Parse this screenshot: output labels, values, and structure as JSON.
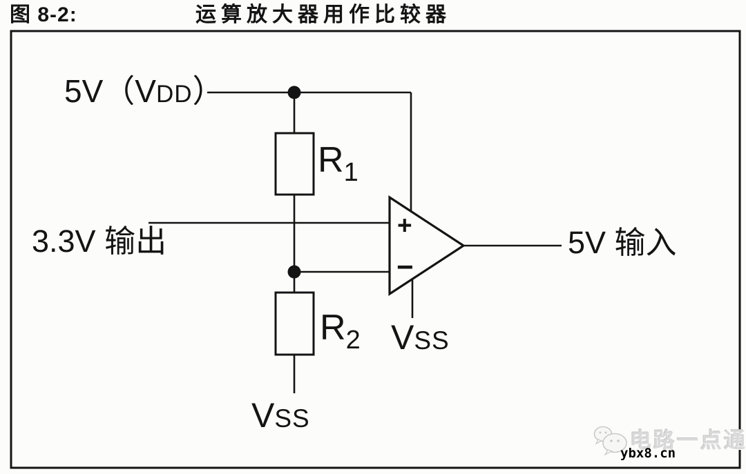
{
  "figure": {
    "label": "图 8-2:",
    "title": "运算放大器用作比较器"
  },
  "circuit": {
    "supply": {
      "main": "5V（V",
      "sub": "DD",
      "close": "）"
    },
    "input_label": "3.3V 输出",
    "output_label": "5V 输入",
    "resistors": [
      {
        "name": "R",
        "sub": "1"
      },
      {
        "name": "R",
        "sub": "2"
      }
    ],
    "opamp": {
      "plus": "+",
      "minus": "−"
    },
    "vss_opamp": {
      "main": "V",
      "sub": "SS"
    },
    "vss_divider": {
      "main": "V",
      "sub": "SS"
    }
  },
  "watermark": {
    "brand": "电路一点通",
    "site": "ybx8.cn"
  },
  "colors": {
    "ink": "#141414",
    "background": "#fcfcfb",
    "watermark_gray": "#d9d9d9"
  }
}
